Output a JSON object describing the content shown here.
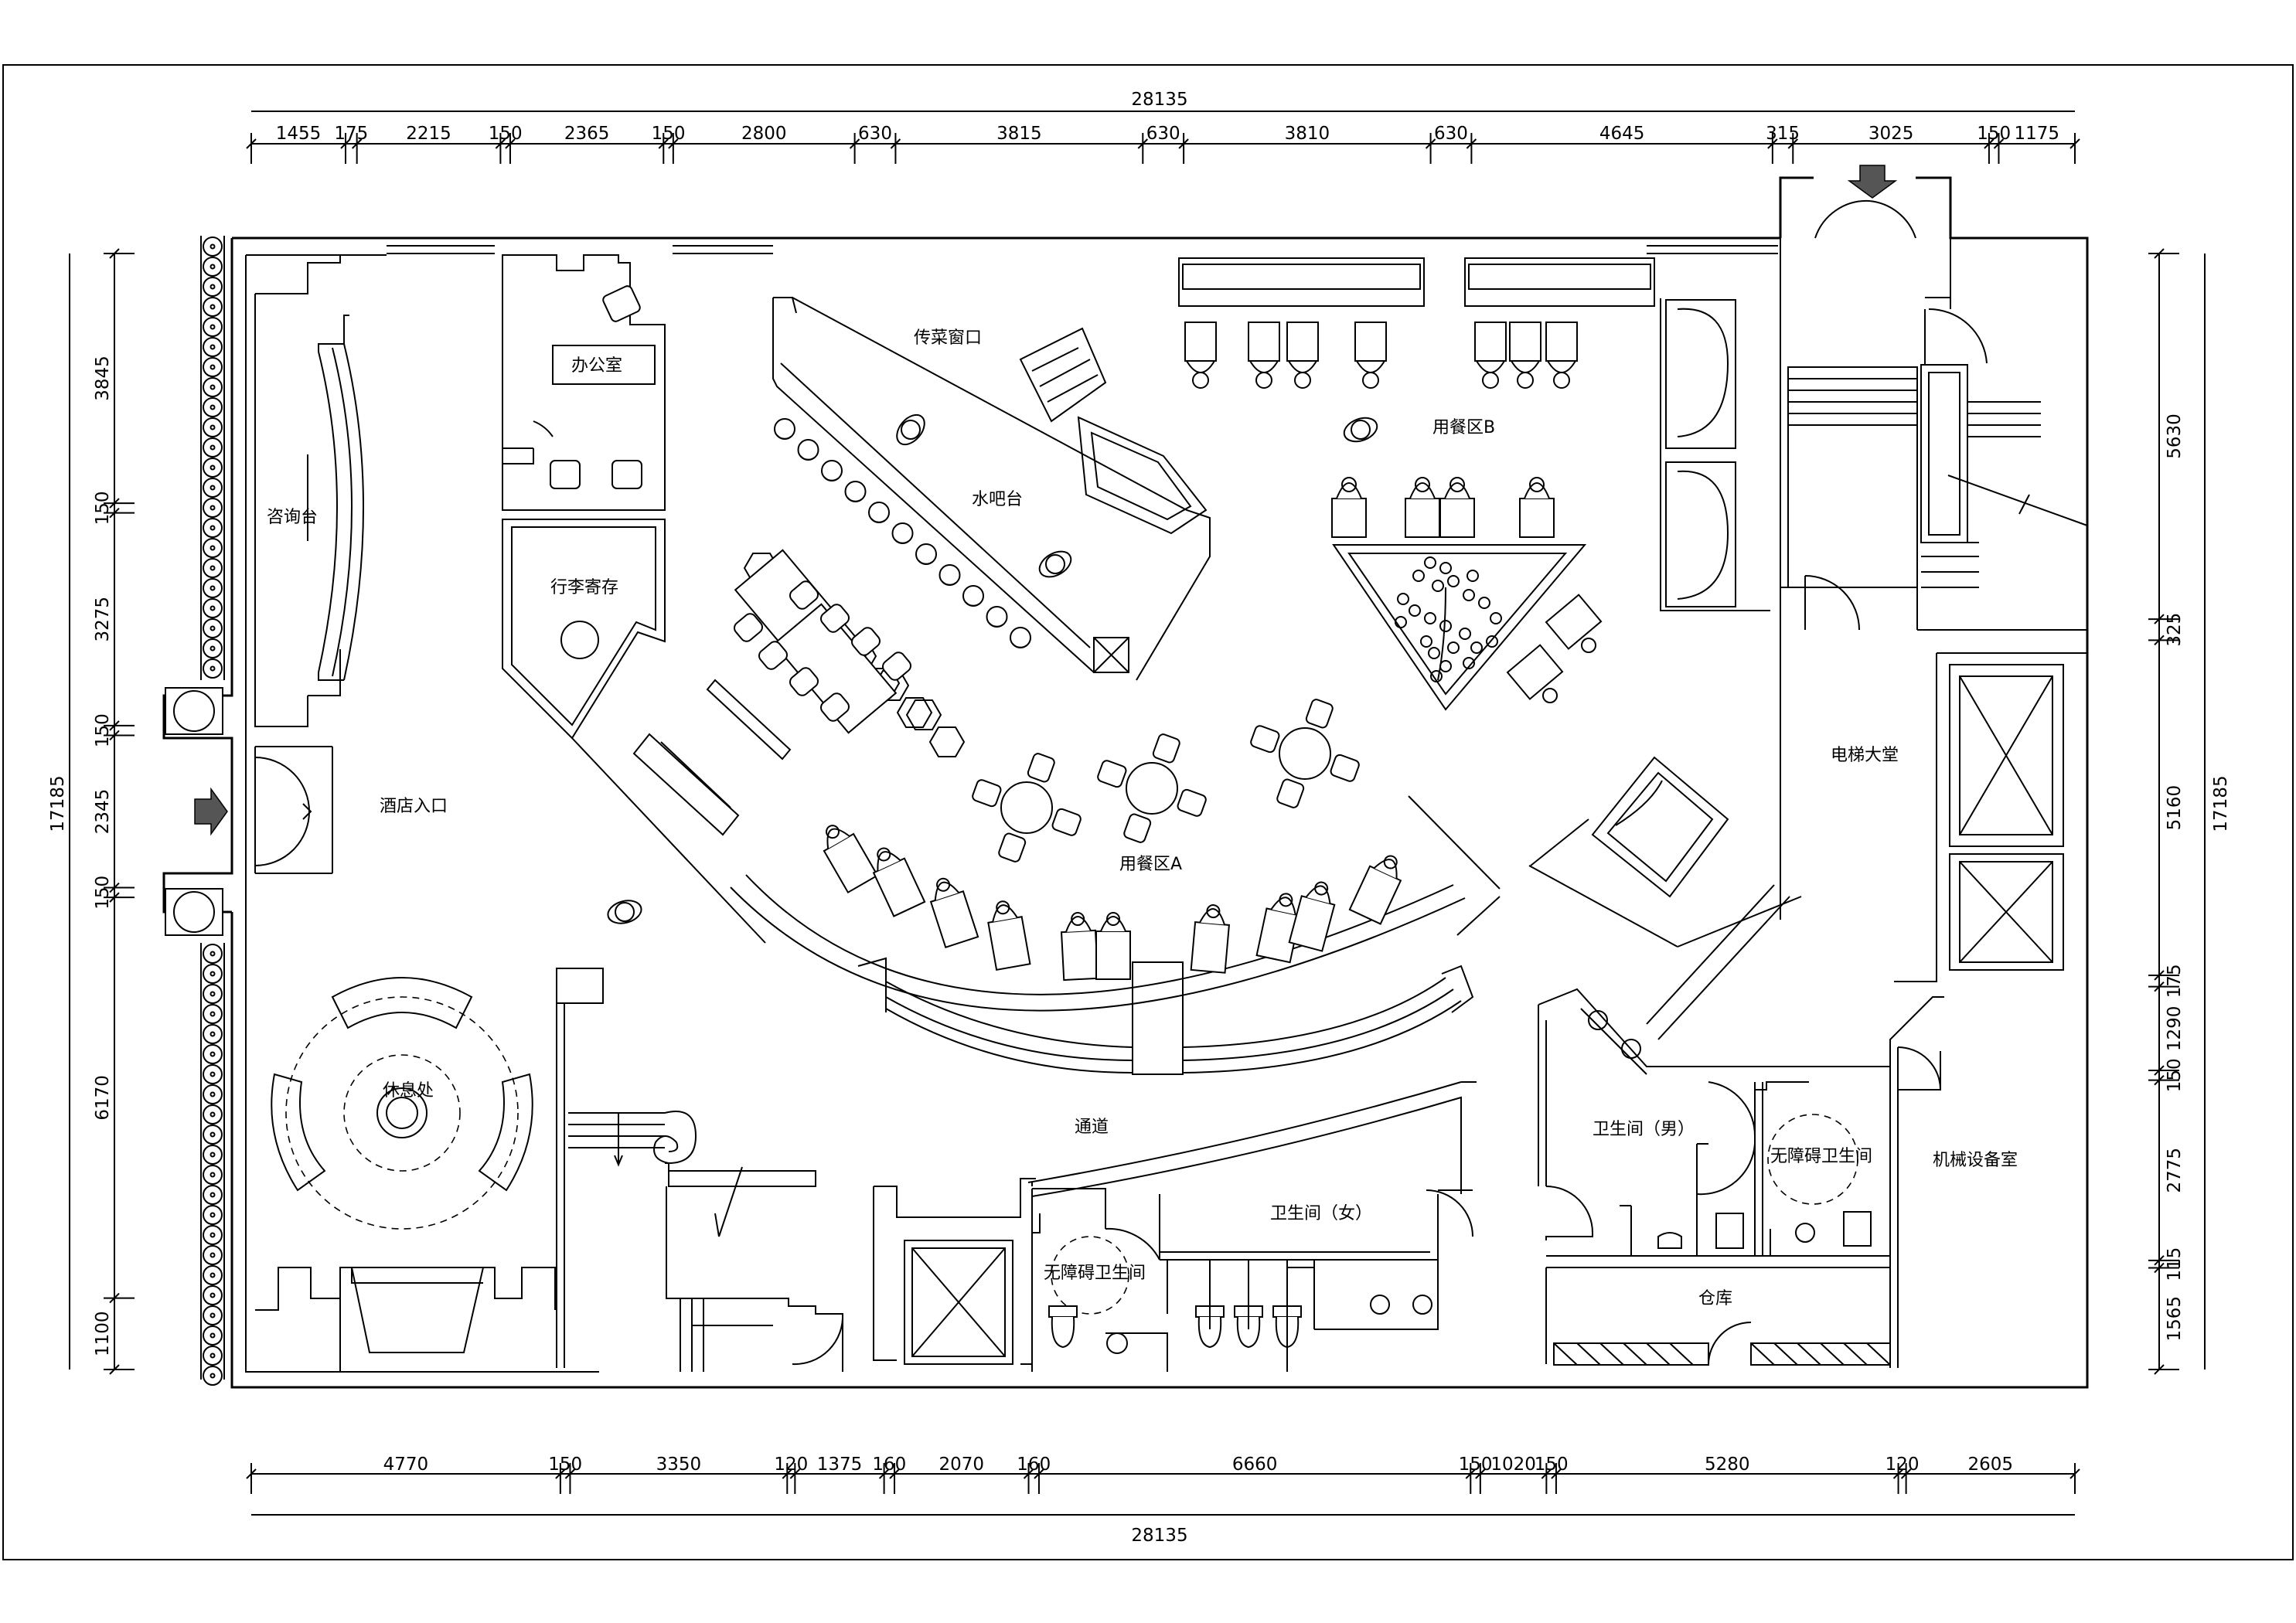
{
  "rooms": {
    "consult": "咨询台",
    "office": "办公室",
    "luggage": "行李寄存",
    "serving": "传菜窗口",
    "bar": "水吧台",
    "dining_b": "用餐区B",
    "entrance": "酒店入口",
    "dining_a": "用餐区A",
    "elevator_hall": "电梯大堂",
    "rest": "休息处",
    "corridor": "通道",
    "wc_men": "卫生间（男）",
    "accessible_wc_1": "无障碍卫生间",
    "mech_room": "机械设备室",
    "wc_women": "卫生间（女）",
    "accessible_wc_2": "无障碍卫生间",
    "storage": "仓库"
  },
  "dimensions": {
    "top_total": "28135",
    "top": [
      "1455",
      "175",
      "2215",
      "150",
      "2365",
      "150",
      "2800",
      "630",
      "3815",
      "630",
      "3810",
      "630",
      "4645",
      "315",
      "3025",
      "150",
      "1175"
    ],
    "bottom_total": "28135",
    "bottom": [
      "4770",
      "150",
      "3350",
      "120",
      "1375",
      "160",
      "2070",
      "160",
      "6660",
      "150",
      "1020",
      "150",
      "5280",
      "120",
      "2605"
    ],
    "left_total": "17185",
    "left": [
      "3845",
      "150",
      "3275",
      "150",
      "2345",
      "150",
      "6170",
      "1100"
    ],
    "right_total": "17185",
    "right": [
      "5630",
      "325",
      "5160",
      "175",
      "1290",
      "150",
      "2775",
      "115",
      "1565"
    ]
  },
  "colors": {
    "line": "#000000",
    "background": "#ffffff"
  }
}
